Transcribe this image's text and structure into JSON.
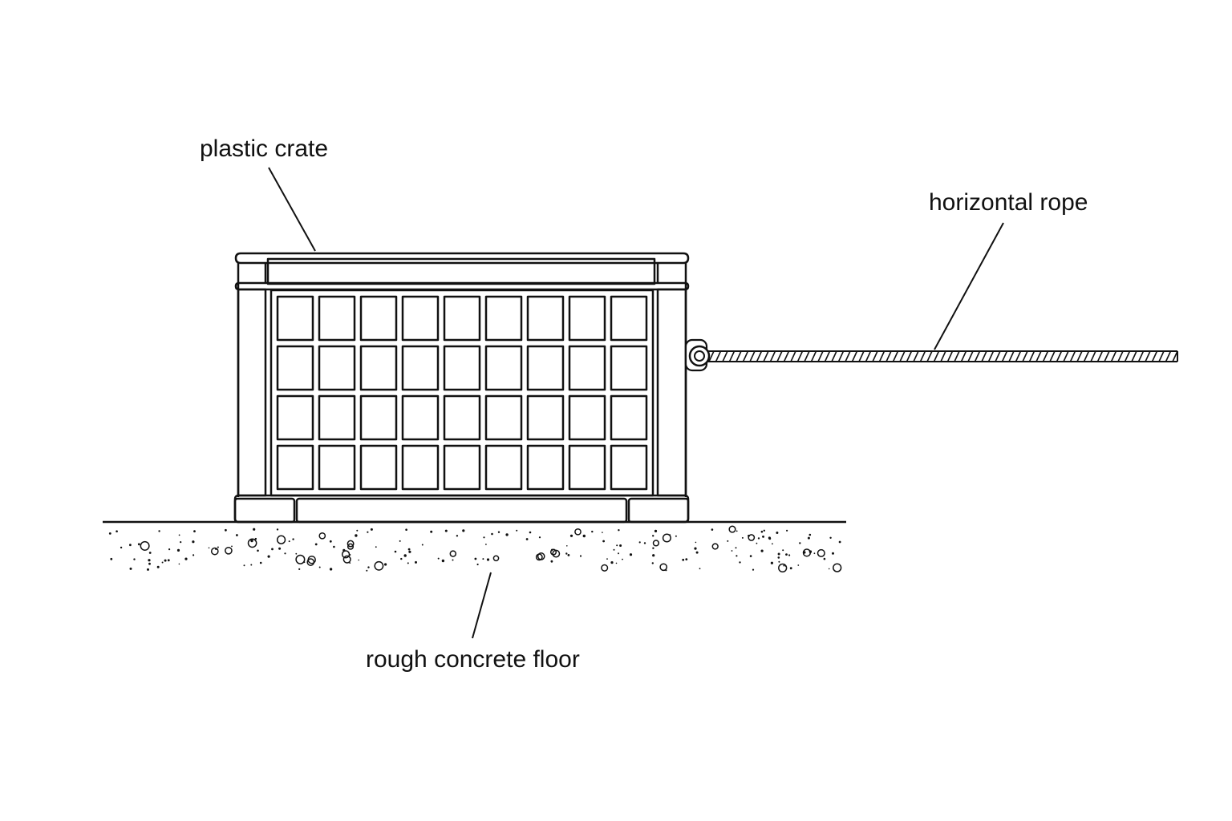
{
  "labels": {
    "crate": "plastic crate",
    "rope": "horizontal rope",
    "floor": "rough concrete floor"
  },
  "colors": {
    "ink": "#111111",
    "background": "#ffffff"
  },
  "crate": {
    "grid_columns": 9,
    "grid_rows": 4
  }
}
